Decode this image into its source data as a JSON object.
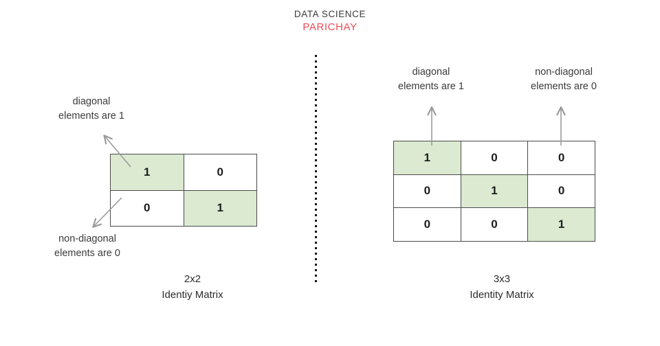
{
  "brand": {
    "line1": "DATA SCIENCE",
    "line2": "PARICHAY",
    "line2_color": "#ee4b55"
  },
  "theme": {
    "diagonal_cell_color": "#dbead1",
    "cell_border_color": "#4a4a4a",
    "text_color": "#2b2b2b",
    "arrow_color": "#9a9a9a",
    "divider_color": "#111111"
  },
  "left_panel": {
    "annotation_top": "diagonal\nelements are 1",
    "annotation_bottom": "non-diagonal\nelements are 0",
    "caption_size": "2x2",
    "caption_name": "Identiy Matrix",
    "matrix": {
      "rows": 2,
      "cols": 2,
      "values": [
        [
          "1",
          "0"
        ],
        [
          "0",
          "1"
        ]
      ],
      "diagonal_highlight": [
        [
          true,
          false
        ],
        [
          false,
          true
        ]
      ]
    }
  },
  "right_panel": {
    "annotation_left": "diagonal\nelements are 1",
    "annotation_right": "non-diagonal\nelements are 0",
    "caption_size": "3x3",
    "caption_name": "Identity Matrix",
    "matrix": {
      "rows": 3,
      "cols": 3,
      "values": [
        [
          "1",
          "0",
          "0"
        ],
        [
          "0",
          "1",
          "0"
        ],
        [
          "0",
          "0",
          "1"
        ]
      ],
      "diagonal_highlight": [
        [
          true,
          false,
          false
        ],
        [
          false,
          true,
          false
        ],
        [
          false,
          false,
          true
        ]
      ]
    }
  }
}
